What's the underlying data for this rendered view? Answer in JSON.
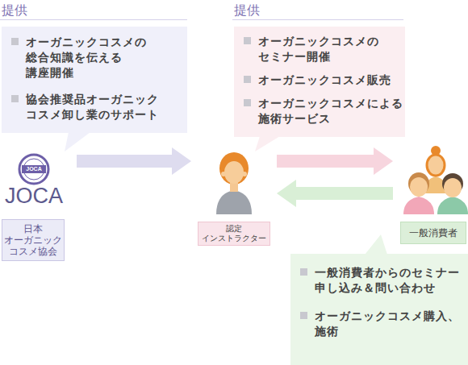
{
  "diagram": {
    "nodes": [
      {
        "text": [
          "提供",
          "オーガニックコスメの 総合知識を伝える 講座開催",
          "協会推奨品オーガニック コスメ卸し業のサポート"
        ]
      },
      {
        "text": [
          "提供",
          "オーガニックコスメの セミナー開催",
          "オーガニックコスメ販売",
          "オーガニックコスメによる 施術サービス"
        ]
      },
      {
        "text": [
          "JOCA",
          "日本 オーガニック コスメ協会"
        ]
      },
      {
        "text": [
          "認定 インストラクター"
        ]
      },
      {
        "text": [
          "一般消費者"
        ]
      },
      {
        "text": [
          "一般消費者からのセミナー 申し込み＆問い合わせ",
          "オーガニックコスメ購入、 施術"
        ]
      }
    ],
    "edges": [
      {
        "from": 2,
        "to": 3,
        "arrow": "to"
      },
      {
        "from": 3,
        "to": 4,
        "arrow": "to"
      },
      {
        "from": 4,
        "to": 3,
        "arrow": "to"
      }
    ],
    "labels": [
      "JOCA"
    ]
  }
}
